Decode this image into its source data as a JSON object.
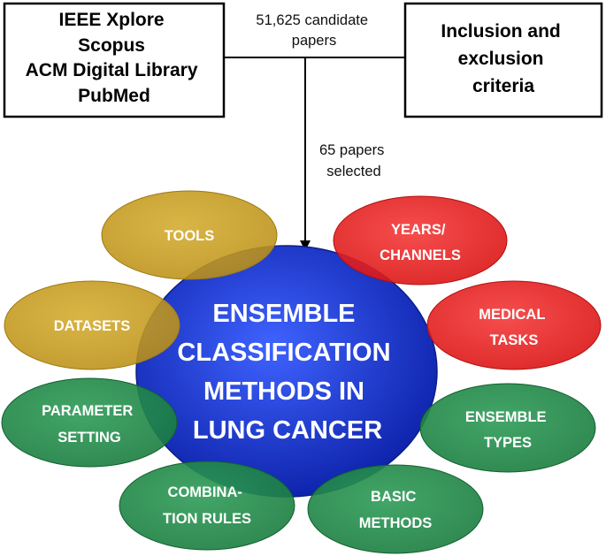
{
  "sources_box": {
    "lines": [
      "IEEE Xplore",
      "Scopus",
      "ACM Digital Library",
      "PubMed"
    ]
  },
  "criteria_box": {
    "lines": [
      "Inclusion and",
      "exclusion",
      "criteria"
    ]
  },
  "candidate_label": {
    "lines": [
      "51,625 candidate",
      "papers"
    ]
  },
  "selected_label": {
    "lines": [
      "65 papers",
      "selected"
    ]
  },
  "center": {
    "lines": [
      "ENSEMBLE",
      "CLASSIFICATION",
      "METHODS IN",
      "LUNG CANCER"
    ],
    "color": "#1230c8"
  },
  "colors": {
    "gold": "#c49a1c",
    "red": "#e5181c",
    "green": "#1f8a48"
  },
  "topics": [
    {
      "key": "tools",
      "lines": [
        "TOOLS"
      ],
      "color": "gold"
    },
    {
      "key": "datasets",
      "lines": [
        "DATASETS"
      ],
      "color": "gold"
    },
    {
      "key": "years-channels",
      "lines": [
        "YEARS/",
        "CHANNELS"
      ],
      "color": "red"
    },
    {
      "key": "medical-tasks",
      "lines": [
        "MEDICAL",
        "TASKS"
      ],
      "color": "red"
    },
    {
      "key": "parameter-setting",
      "lines": [
        "PARAMETER",
        "SETTING"
      ],
      "color": "green"
    },
    {
      "key": "ensemble-types",
      "lines": [
        "ENSEMBLE",
        "TYPES"
      ],
      "color": "green"
    },
    {
      "key": "combination-rules",
      "lines": [
        "COMBINA-",
        "TION RULES"
      ],
      "color": "green"
    },
    {
      "key": "basic-methods",
      "lines": [
        "BASIC",
        "METHODS"
      ],
      "color": "green"
    }
  ]
}
